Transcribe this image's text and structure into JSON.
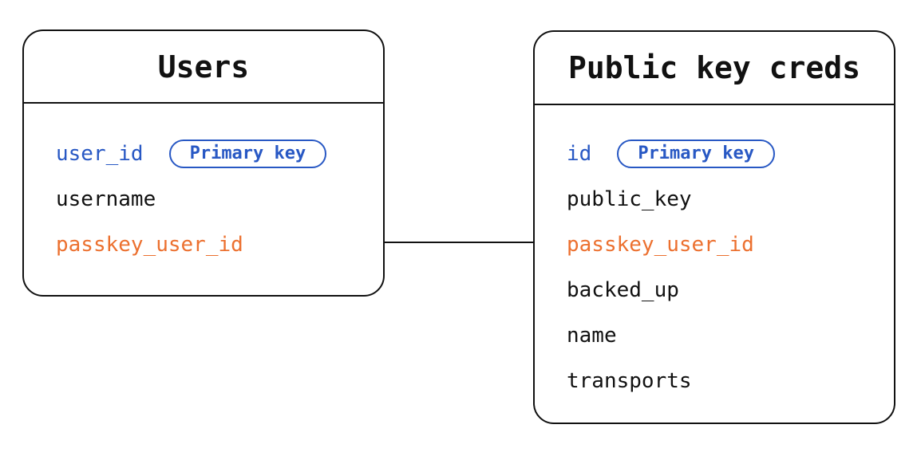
{
  "colors": {
    "background": "#ffffff",
    "line": "#111111",
    "primary_key_blue": "#2858c4",
    "foreign_key_orange": "#ec702f",
    "field_black": "#111111"
  },
  "relationship": {
    "from_table": "Users",
    "from_field": "passkey_user_id",
    "to_table": "Public key creds",
    "to_field": "passkey_user_id"
  },
  "tables": [
    {
      "title": "Users",
      "fields": [
        {
          "name": "user_id",
          "badge": "Primary key",
          "color": "#2858c4"
        },
        {
          "name": "username",
          "color": "#111111"
        },
        {
          "name": "passkey_user_id",
          "color": "#ec702f"
        }
      ]
    },
    {
      "title": "Public key creds",
      "fields": [
        {
          "name": "id",
          "badge": "Primary key",
          "color": "#2858c4"
        },
        {
          "name": "public_key",
          "color": "#111111"
        },
        {
          "name": "passkey_user_id",
          "color": "#ec702f"
        },
        {
          "name": "backed_up",
          "color": "#111111"
        },
        {
          "name": "name",
          "color": "#111111"
        },
        {
          "name": "transports",
          "color": "#111111"
        }
      ]
    }
  ]
}
